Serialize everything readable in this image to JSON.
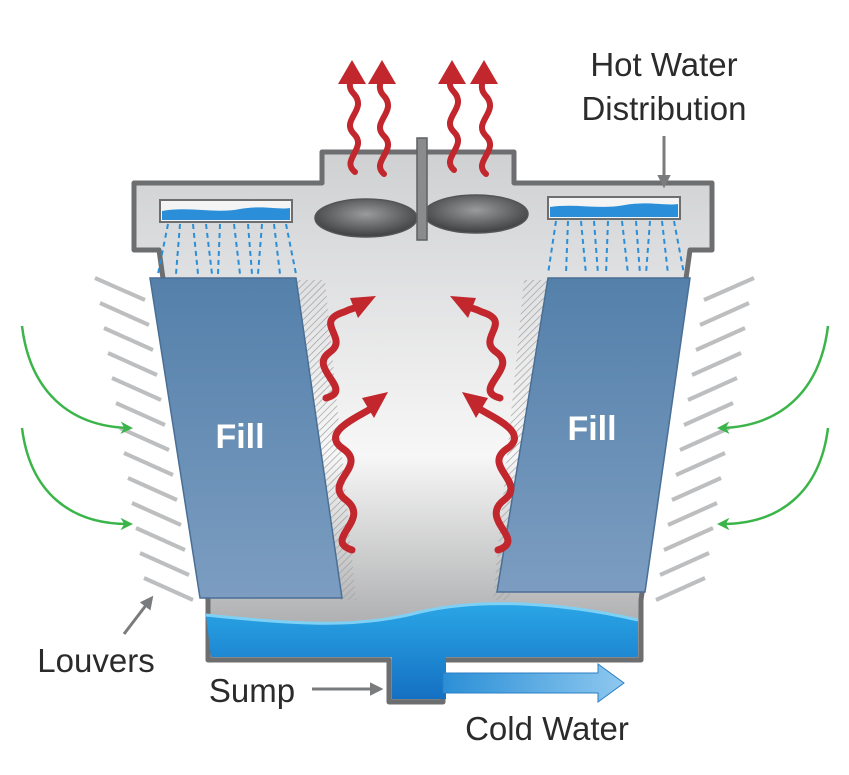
{
  "labels": {
    "hot_water_line1": "Hot Water",
    "hot_water_line2": "Distribution",
    "fill_left": "Fill",
    "fill_right": "Fill",
    "louvers": "Louvers",
    "sump": "Sump",
    "cold_water": "Cold Water"
  },
  "colors": {
    "tower_outline": "#6d6e70",
    "tower_body": "#d9dadb",
    "fill_block": "#5a85ad",
    "water": "#1f8fd6",
    "hot_air_arrow": "#c1272d",
    "intake_arrow": "#3bb54a",
    "louver_slat": "#bdbec0",
    "pointer_arrow": "#7a7b7d",
    "cold_water_arrow": "#4aa3df"
  },
  "icons": {
    "hot_air": "wavy-up-arrow-icon",
    "air_intake": "curved-arrow-icon",
    "fan": "fan-icon"
  }
}
